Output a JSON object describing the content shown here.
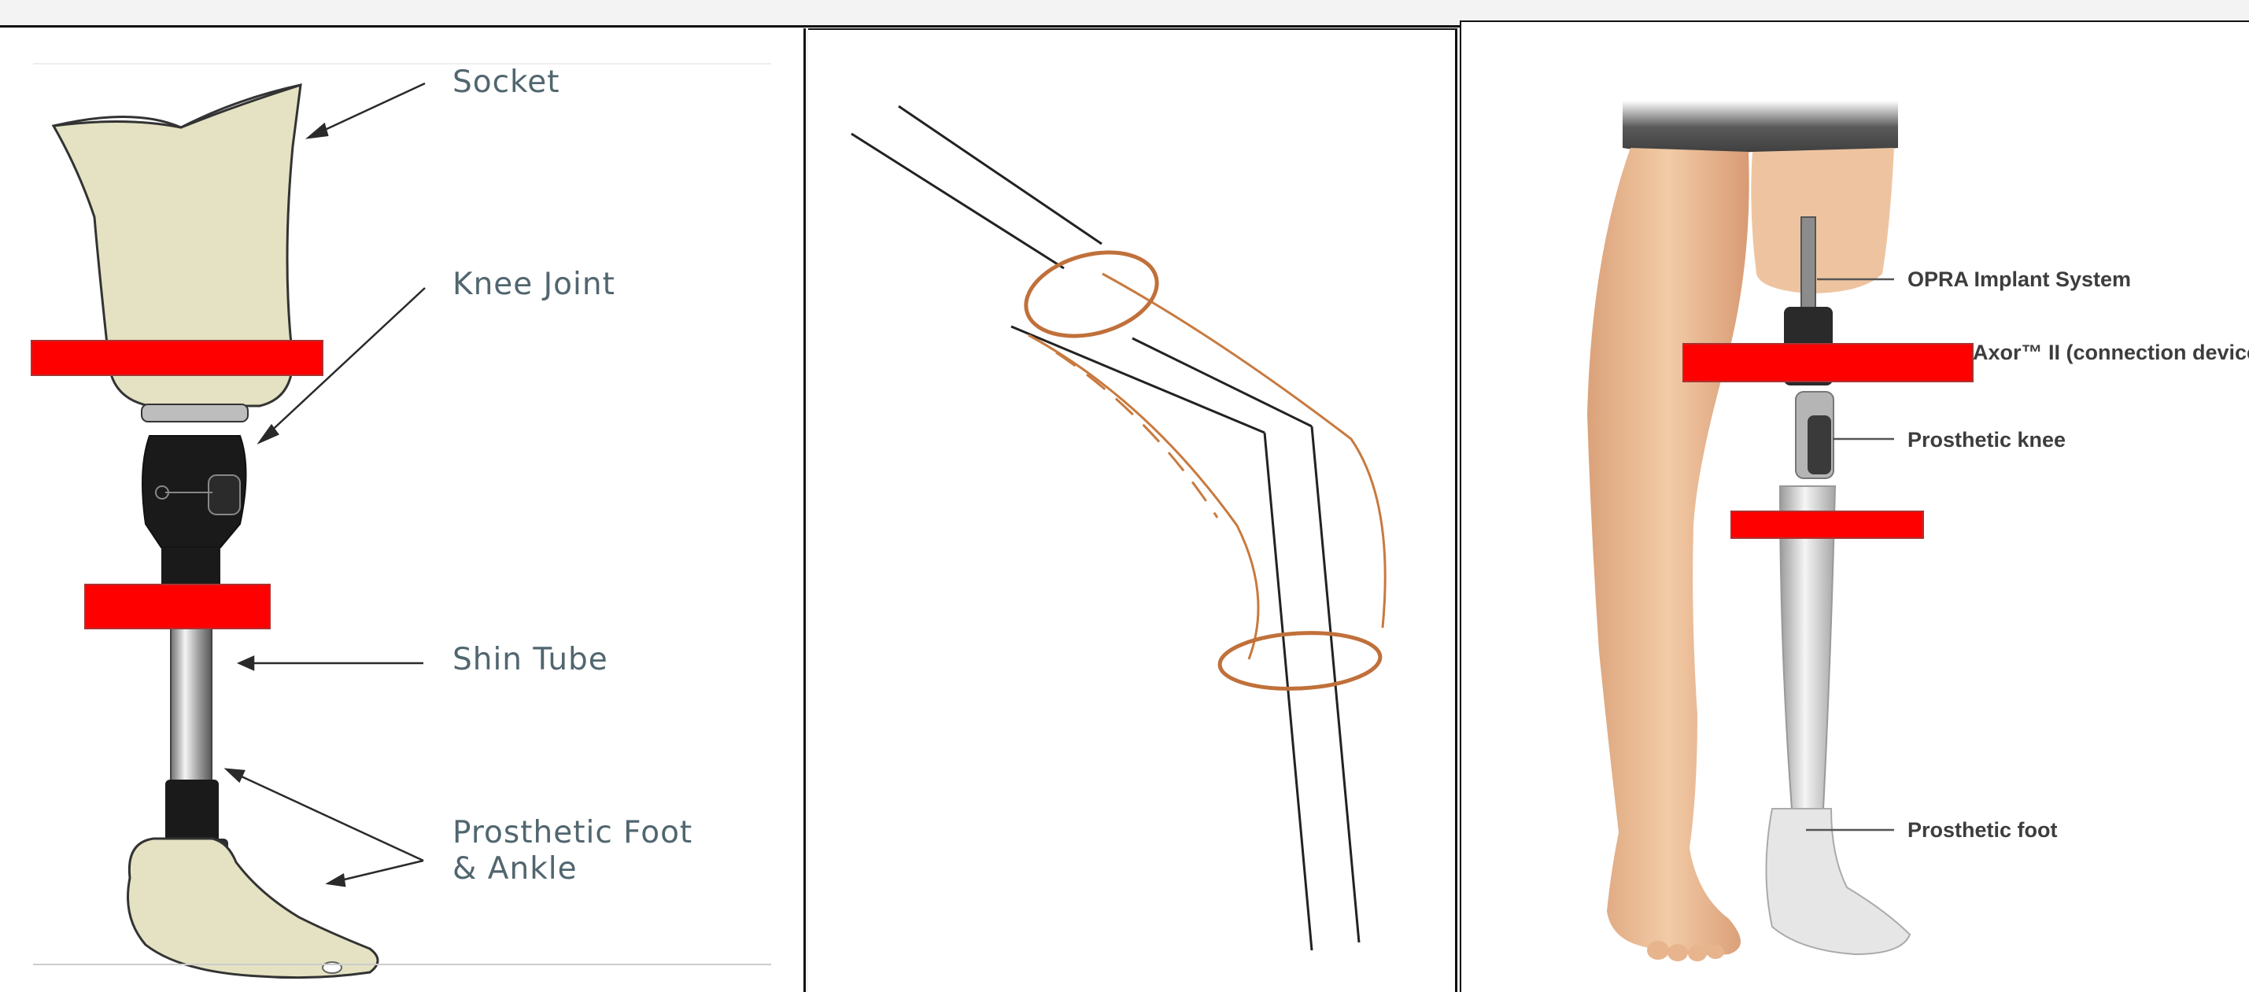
{
  "left_diagram": {
    "labels": {
      "socket": "Socket",
      "knee_joint": "Knee Joint",
      "shin_tube": "Shin Tube",
      "foot_line1": "Prosthetic Foot",
      "foot_line2": "& Ankle"
    }
  },
  "right_diagram": {
    "labels": {
      "opra": "OPRA Implant System",
      "axor": "Axor™ II (connection device",
      "knee": "Prosthetic knee",
      "foot": "Prosthetic foot"
    }
  },
  "colors": {
    "redaction": "#ff0000",
    "label_blue_gray": "#51666f",
    "sketch_orange": "#c87a3f",
    "skin": "#f0c9a3"
  }
}
